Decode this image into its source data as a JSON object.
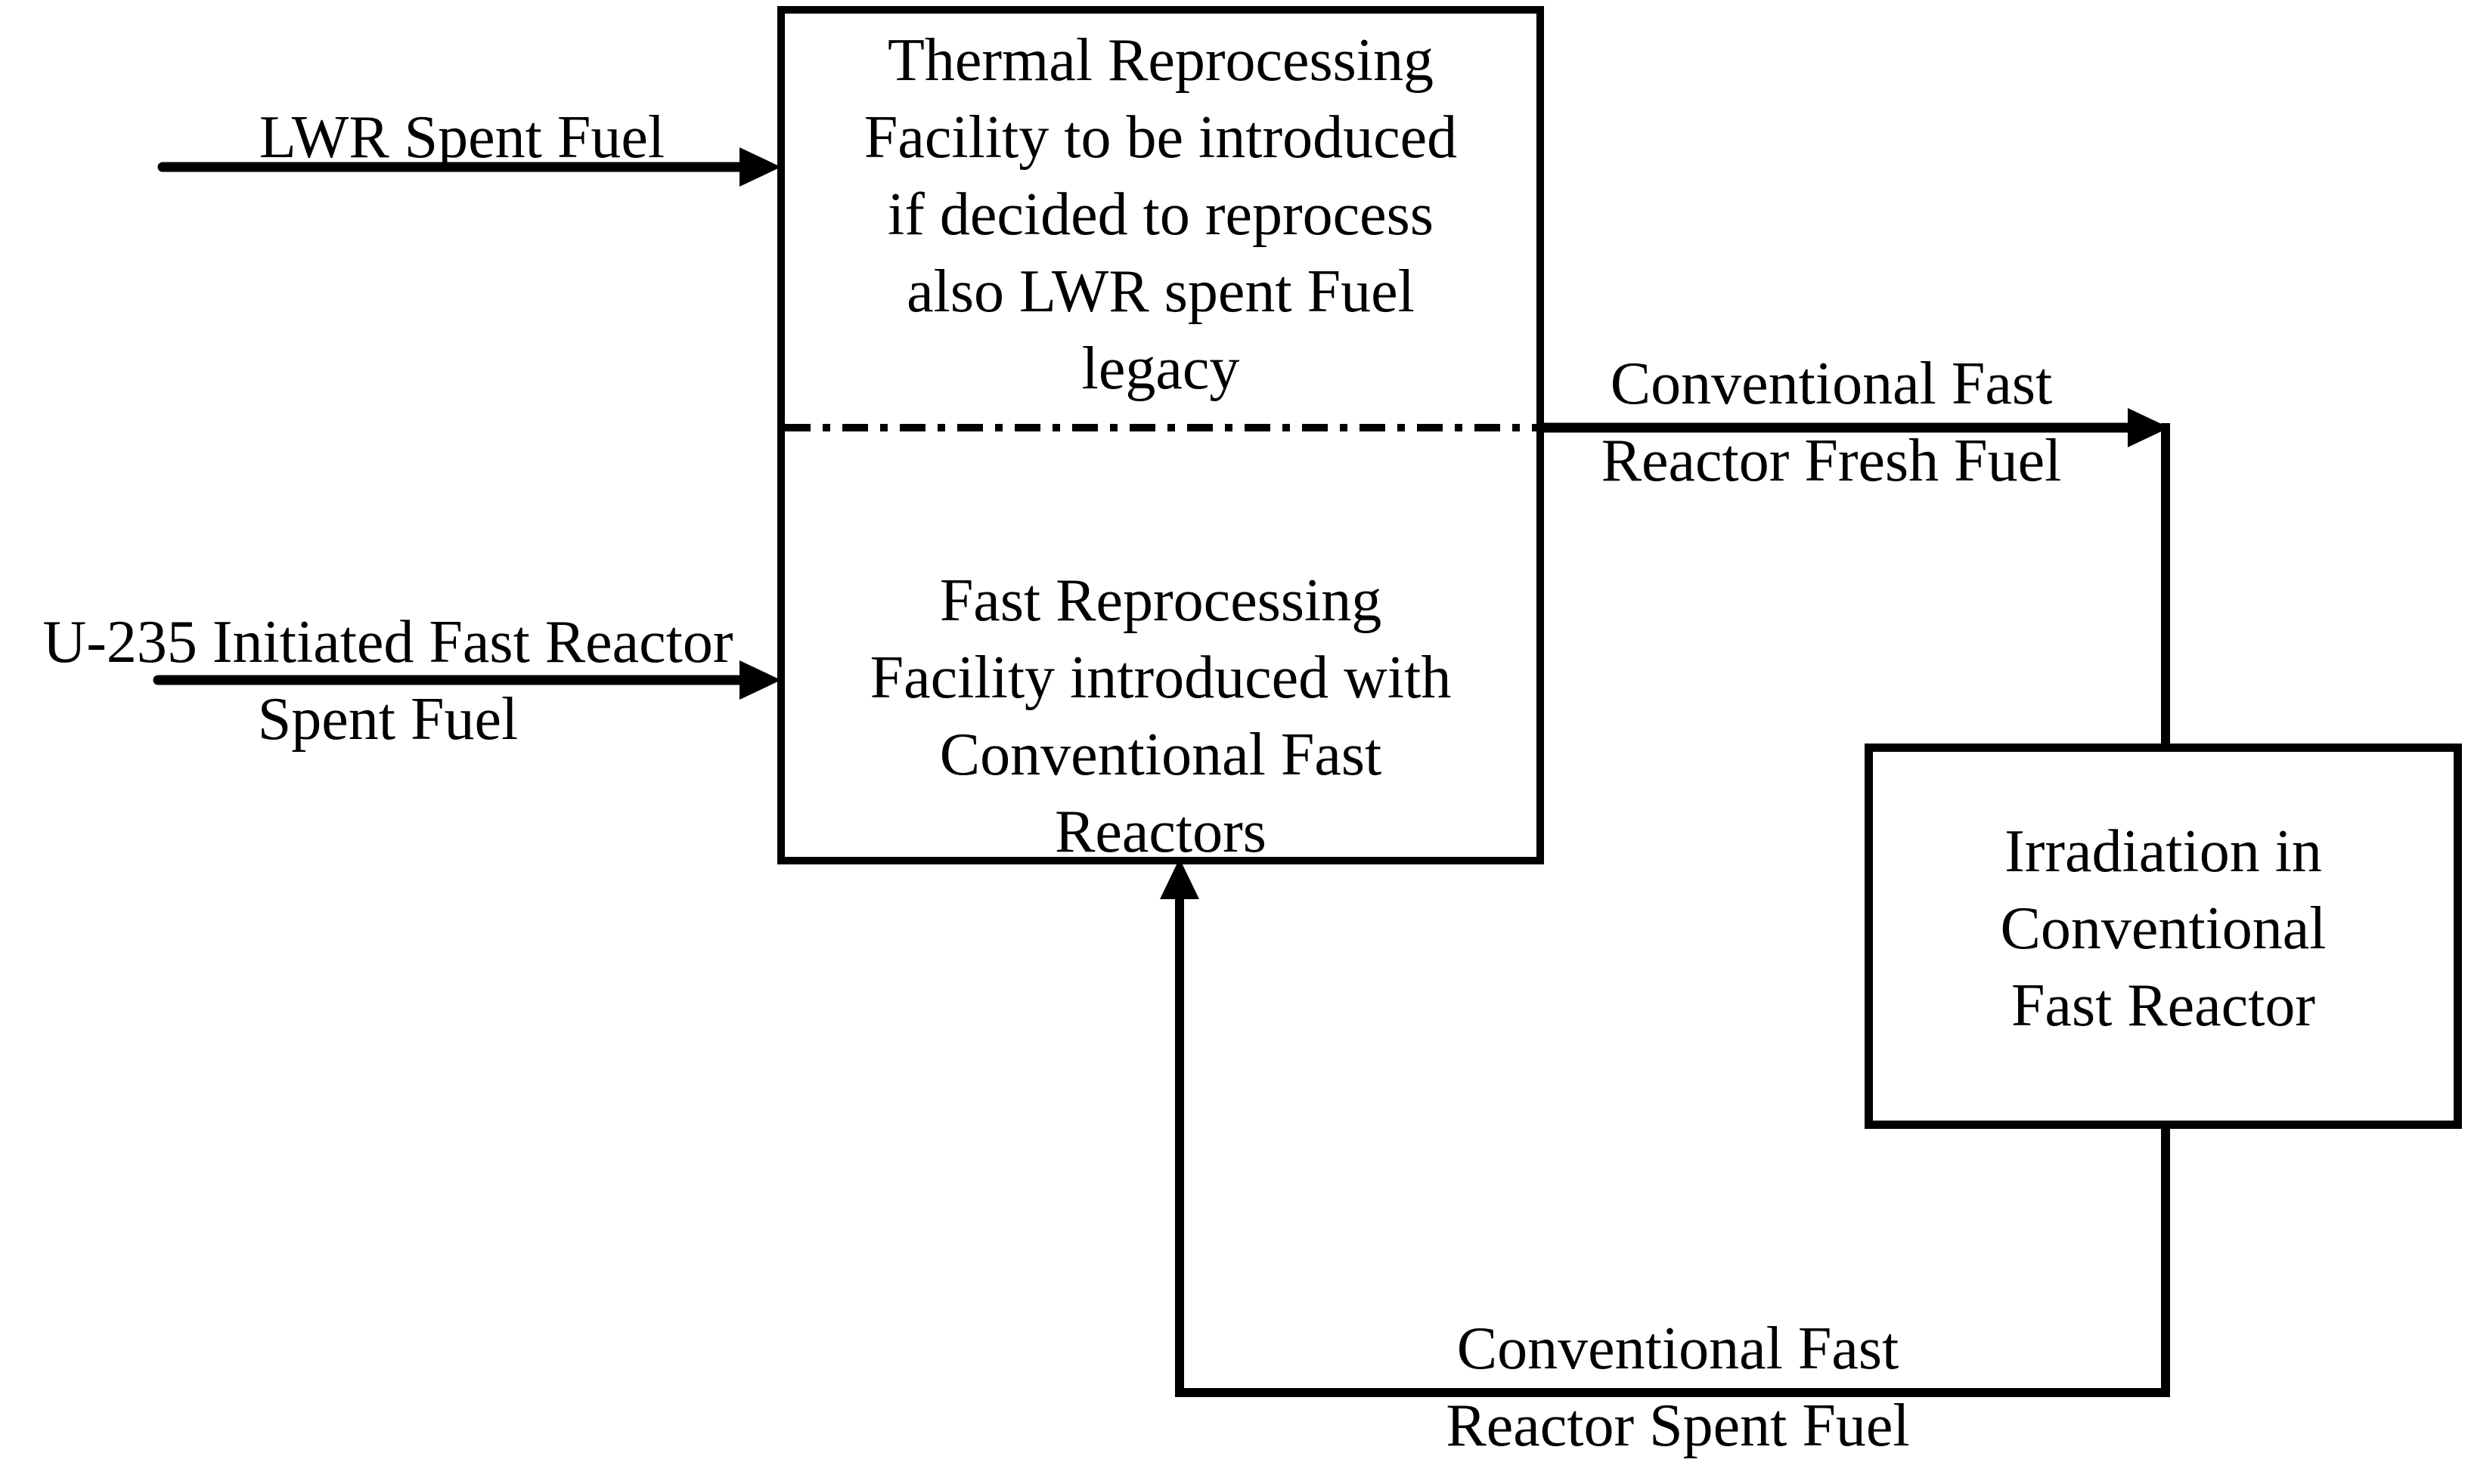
{
  "colors": {
    "ink": "#000000",
    "background": "#ffffff"
  },
  "main_box": {
    "top_section": {
      "lines": [
        "Thermal Reprocessing",
        "Facility to be introduced",
        "if decided to reprocess",
        "also LWR spent Fuel",
        "legacy"
      ]
    },
    "bottom_section": {
      "lines": [
        "Fast Reprocessing",
        "Facility introduced with",
        "Conventional Fast",
        "Reactors"
      ]
    }
  },
  "irradiation_box": {
    "lines": [
      "Irradiation in",
      "Conventional",
      "Fast Reactor"
    ]
  },
  "flows": {
    "lwr_spent_fuel": {
      "label": "LWR Spent Fuel"
    },
    "u235_spent_fuel": {
      "lines": [
        "U-235 Initiated Fast Reactor",
        "Spent Fuel"
      ]
    },
    "fresh_fuel": {
      "lines": [
        "Conventional Fast",
        "Reactor Fresh Fuel"
      ]
    },
    "spent_fuel_return": {
      "lines": [
        "Conventional Fast",
        "Reactor Spent Fuel"
      ]
    }
  }
}
